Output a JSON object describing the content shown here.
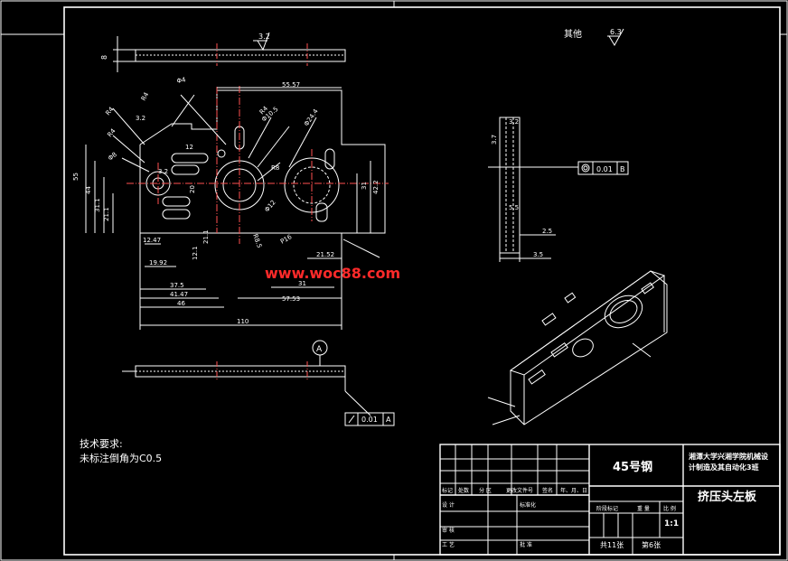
{
  "watermark": "www.woc88.com",
  "roughness": {
    "other_label": "其他",
    "other_value": "6.3",
    "top_value": "3.2"
  },
  "tech_requirements": {
    "title": "技术要求:",
    "line1": "未标注倒角为C0.5"
  },
  "datum": {
    "label": "A"
  },
  "tolerances": {
    "flatness_value": "0.01",
    "flatness_datum": "A",
    "coax_value": "0.01",
    "coax_datum": "B"
  },
  "front_view": {
    "dims": {
      "d_phi4": "Φ4",
      "d_5557": "55.57",
      "d_r4a": "R4",
      "d_r4b": "R4",
      "d_r4c": "R4",
      "d_32a": "3.2",
      "d_32b": "3.2",
      "d_12": "12",
      "d_phi8": "Φ8",
      "d_phi105": "Φ10.5",
      "d_phi244": "Φ24.4",
      "d_r8": "R8",
      "d_55": "55",
      "d_44": "44",
      "d_311": "31.1",
      "d_211": "21.1",
      "d_20": "20",
      "d_phi12": "Φ12",
      "d_r85": "R8.5",
      "d_p16": "P16",
      "d_31": "31",
      "d_422": "42.2",
      "d_1247": "12.47",
      "d_1992": "19.92",
      "d_2152": "21.52",
      "d_121": "12.1",
      "d_211b": "21.1",
      "d_375": "37.5",
      "d_4147": "41.47",
      "d_46": "46",
      "d_31b": "31",
      "d_5753": "57.53",
      "d_110": "110",
      "d_r4d": "R4",
      "d_8": "8"
    }
  },
  "side_view": {
    "dims": {
      "d_32": "3.2",
      "d_35": "3.5",
      "d_25": "2.5",
      "d_55": "5.5",
      "d_37": "3.7",
      "d_b": "B"
    }
  },
  "title_block": {
    "material": "45号钢",
    "university_line1": "湘潭大学兴湘学院机械设",
    "university_line2": "计制造及其自动化3班",
    "part_name": "挤压头左板",
    "col_biaoji": "标记",
    "col_chushu": "处数",
    "col_fenqu": "分 区",
    "col_gengwenjian": "更改文件号",
    "col_qianming": "签名",
    "col_nianyueri": "年、月、日",
    "row_sheji": "设 计",
    "row_biaozhunhua": "标准化",
    "col_jieduan": "阶段标记",
    "col_zhongliang": "重 量",
    "col_bili": "比 例",
    "scale": "1:1",
    "row_shenhe": "审 核",
    "row_gongyi": "工 艺",
    "row_pizhun": "批 准",
    "total_sheets": "共11张",
    "sheet_no": "第6张"
  }
}
